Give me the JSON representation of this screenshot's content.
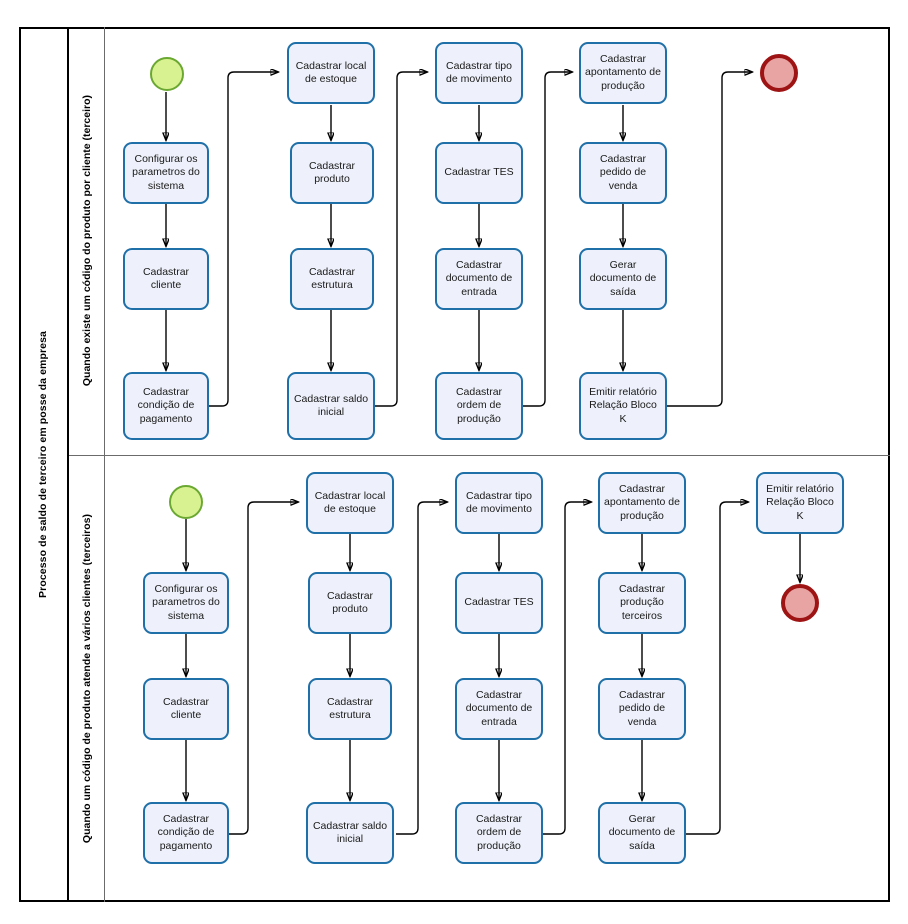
{
  "pool": {
    "title": "Processo de saldo de terceiro em posse da empresa"
  },
  "lanes": [
    {
      "id": "lane-1",
      "label": "Quando existe um código do produto por cliente (terceiro)",
      "nodes": {
        "start": "start-event",
        "end": "end-event",
        "c1r1": "Configurar os parametros do sistema",
        "c1r2": "Cadastrar cliente",
        "c1r3": "Cadastrar condição de pagamento",
        "c2r0": "Cadastrar local de estoque",
        "c2r1": "Cadastrar produto",
        "c2r2": "Cadastrar estrutura",
        "c2r3": "Cadastrar saldo inicial",
        "c3r0": "Cadastrar tipo de movimento",
        "c3r1": "Cadastrar TES",
        "c3r2": "Cadastrar documento de entrada",
        "c3r3": "Cadastrar ordem de produção",
        "c4r0": "Cadastrar apontamento de produção",
        "c4r1": "Cadastrar pedido de venda",
        "c4r2": "Gerar documento de saída",
        "c4r3": "Emitir relatório Relação Bloco K"
      }
    },
    {
      "id": "lane-2",
      "label": "Quando um código de produto atende a vários clientes (terceiros)",
      "nodes": {
        "start": "start-event",
        "end": "end-event",
        "c1r1": "Configurar os parametros do sistema",
        "c1r2": "Cadastrar cliente",
        "c1r3": "Cadastrar condição de pagamento",
        "c2r0": "Cadastrar local de estoque",
        "c2r1": "Cadastrar produto",
        "c2r2": "Cadastrar estrutura",
        "c2r3": "Cadastrar saldo inicial",
        "c3r0": "Cadastrar tipo de movimento",
        "c3r1": "Cadastrar TES",
        "c3r2": "Cadastrar documento de entrada",
        "c3r3": "Cadastrar ordem de produção",
        "c4r0": "Cadastrar apontamento de produção",
        "c4r1": "Cadastrar produção terceiros",
        "c4r2": "Cadastrar pedido de venda",
        "c4r3": "Gerar documento de saída",
        "c5r0": "Emitir relatório Relação Bloco K"
      }
    }
  ],
  "colors": {
    "task_fill": "#eef1fb",
    "task_border": "#1f6fa8",
    "start_fill": "#d9f291",
    "start_border": "#6aa832",
    "end_fill": "#e8a3a3",
    "end_border": "#9e1414",
    "pool_border": "#000000",
    "lane_border": "#6b6b6b",
    "connector": "#000000",
    "background": "#ffffff"
  }
}
